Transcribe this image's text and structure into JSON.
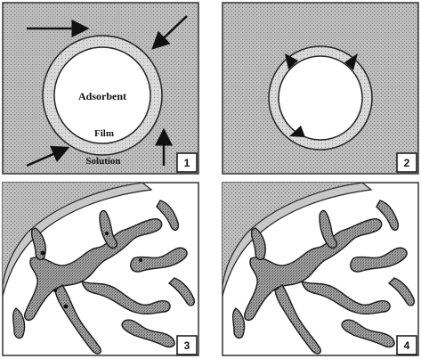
{
  "panels": [
    {
      "number": "1",
      "labels": {
        "adsorbent": "Adsorbent",
        "film": "Film",
        "solution": "Solution"
      }
    },
    {
      "number": "2"
    },
    {
      "number": "3"
    },
    {
      "number": "4"
    }
  ],
  "colors": {
    "solution_fill": "#b9b9b9",
    "film_fill": "#d2d2d2",
    "adsorbent_fill": "#ffffff",
    "pore_fill": "#a8a8a8",
    "ink": "#111111"
  }
}
